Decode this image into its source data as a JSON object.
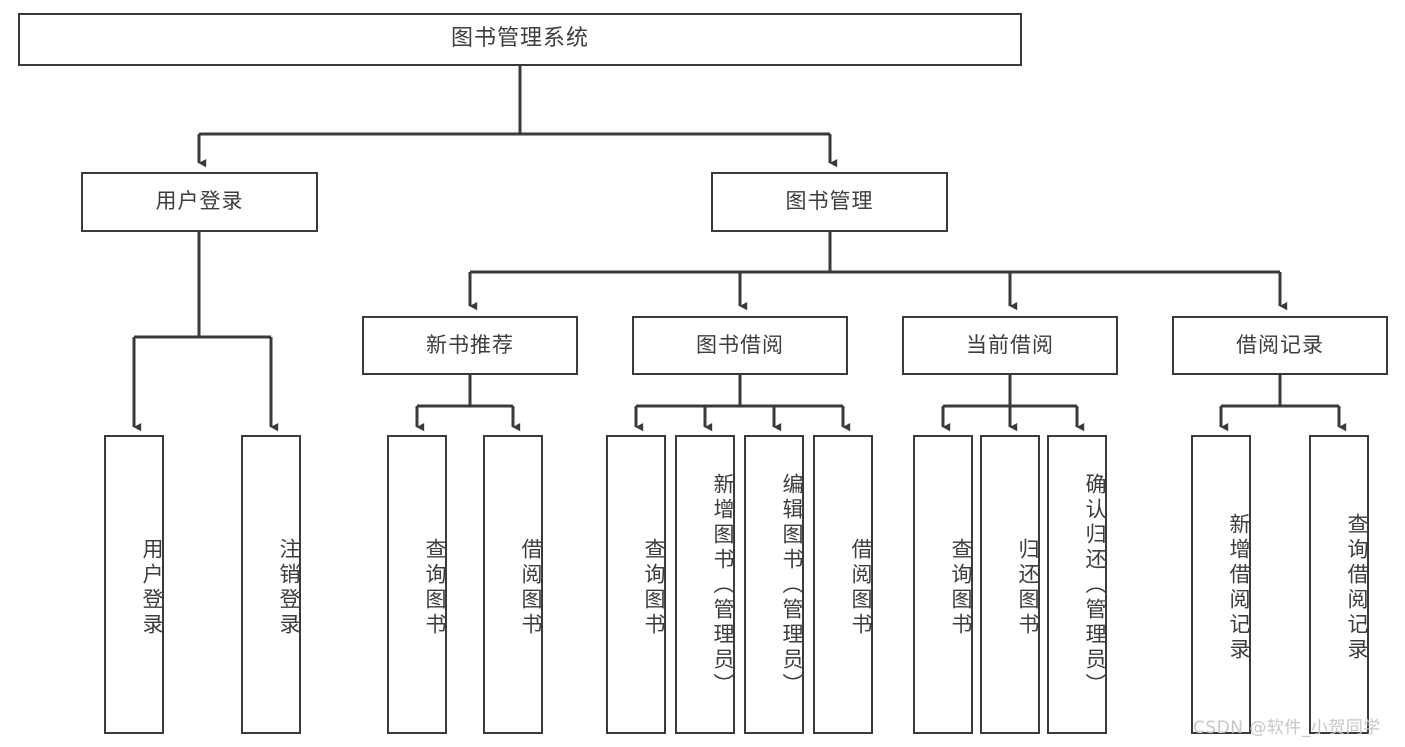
{
  "diagram": {
    "type": "tree-hierarchy-flowchart",
    "title": "图书管理系统",
    "background_color": "#ffffff",
    "line_color": "#3a3a3a",
    "text_color": "#3d3d3d",
    "root": {
      "label": "图书管理系统"
    },
    "level2": [
      {
        "label": "用户登录"
      },
      {
        "label": "图书管理"
      }
    ],
    "level3": [
      {
        "label": "新书推荐"
      },
      {
        "label": "图书借阅"
      },
      {
        "label": "当前借阅"
      },
      {
        "label": "借阅记录"
      }
    ],
    "leaves": {
      "user_login": [
        {
          "label": "用户登录"
        },
        {
          "label": "注销登录"
        }
      ],
      "new_book_recommend": [
        {
          "label": "查询图书"
        },
        {
          "label": "借阅图书"
        }
      ],
      "book_borrow": [
        {
          "label": "查询图书"
        },
        {
          "label": "新增图书（管理员）"
        },
        {
          "label": "编辑图书（管理员）"
        },
        {
          "label": "借阅图书"
        }
      ],
      "current_borrow": [
        {
          "label": "查询图书"
        },
        {
          "label": "归还图书"
        },
        {
          "label": "确认归还（管理员）"
        }
      ],
      "borrow_record": [
        {
          "label": "新增借阅记录"
        },
        {
          "label": "查询借阅记录"
        }
      ]
    }
  },
  "watermark": {
    "text": "CSDN @软件_小贺同学"
  }
}
